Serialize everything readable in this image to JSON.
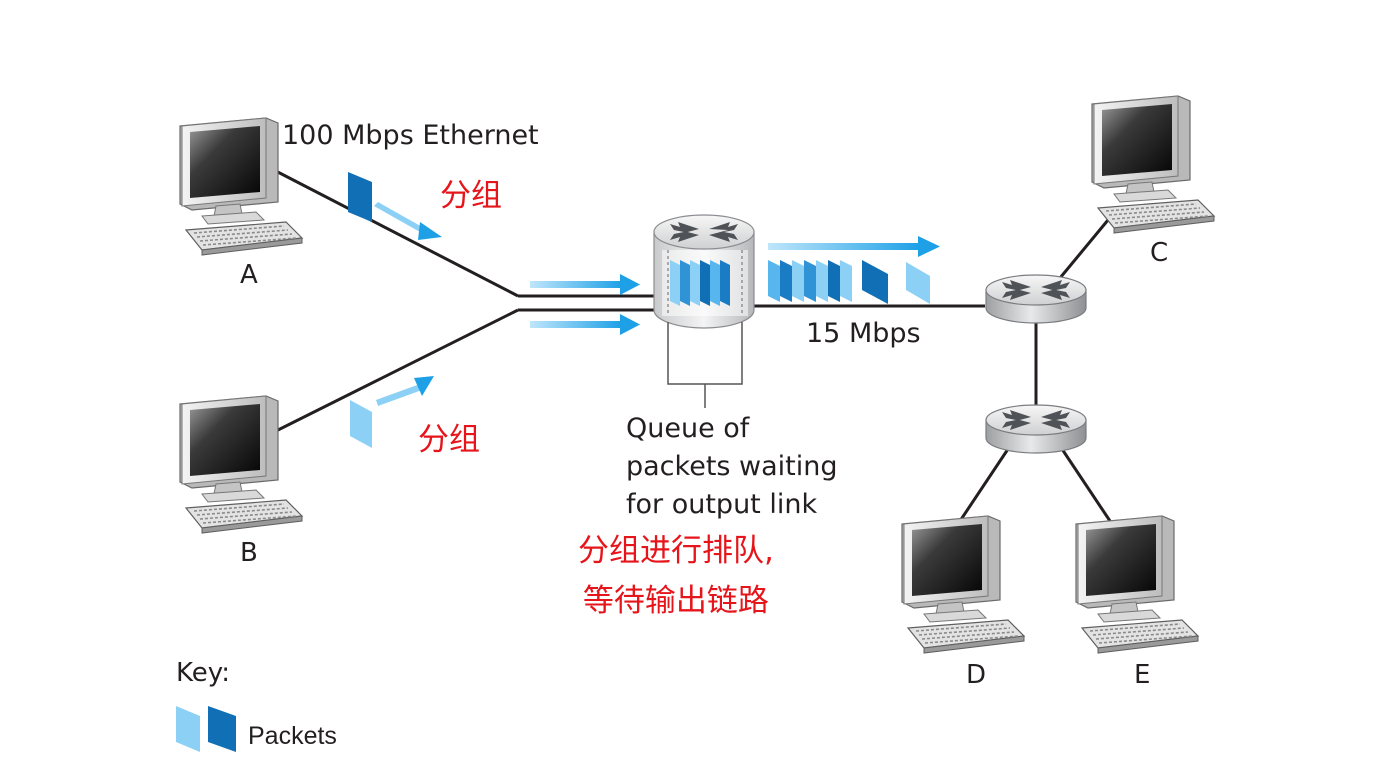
{
  "labels": {
    "ethernet": "100 Mbps Ethernet",
    "link_speed": "15 Mbps",
    "queue_line1": "Queue of",
    "queue_line2": "packets waiting",
    "queue_line3": "for output link",
    "packet_a_cn": "分组",
    "packet_b_cn": "分组",
    "queue_cn_line1": "分组进行排队,",
    "queue_cn_line2": "等待输出链路"
  },
  "hosts": {
    "a": "A",
    "b": "B",
    "c": "C",
    "d": "D",
    "e": "E"
  },
  "key": {
    "title": "Key:",
    "packets_label": "Packets"
  },
  "colors": {
    "annotation_red": "#e5151b",
    "arrow_blue": "#1ea0e6",
    "packet_dark": "#1170b5",
    "packet_light": "#8cd0f5",
    "line": "#231f20"
  }
}
